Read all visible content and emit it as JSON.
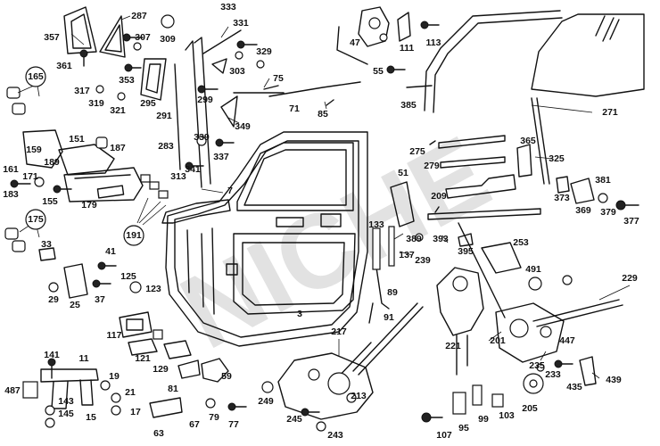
{
  "watermark": "NICHE",
  "part_labels": [
    "357",
    "287",
    "309",
    "307",
    "333",
    "331",
    "329",
    "361",
    "303",
    "75",
    "47",
    "111",
    "113",
    "55",
    "165",
    "317",
    "319",
    "321",
    "353",
    "295",
    "299",
    "291",
    "71",
    "85",
    "385",
    "271",
    "349",
    "151",
    "187",
    "283",
    "339",
    "337",
    "341",
    "275",
    "365",
    "325",
    "161",
    "171",
    "159",
    "189",
    "183",
    "155",
    "179",
    "313",
    "7",
    "51",
    "279",
    "381",
    "209",
    "373",
    "369",
    "379",
    "377",
    "175",
    "191",
    "133",
    "389",
    "393",
    "395",
    "253",
    "33",
    "41",
    "137",
    "239",
    "491",
    "229",
    "125",
    "123",
    "29",
    "25",
    "37",
    "3",
    "89",
    "91",
    "117",
    "121",
    "129",
    "217",
    "221",
    "201",
    "447",
    "235",
    "233",
    "487",
    "141",
    "11",
    "143",
    "145",
    "19",
    "21",
    "17",
    "15",
    "81",
    "63",
    "67",
    "59",
    "79",
    "77",
    "249",
    "245",
    "243",
    "213",
    "107",
    "95",
    "99",
    "103",
    "205",
    "435",
    "439"
  ]
}
